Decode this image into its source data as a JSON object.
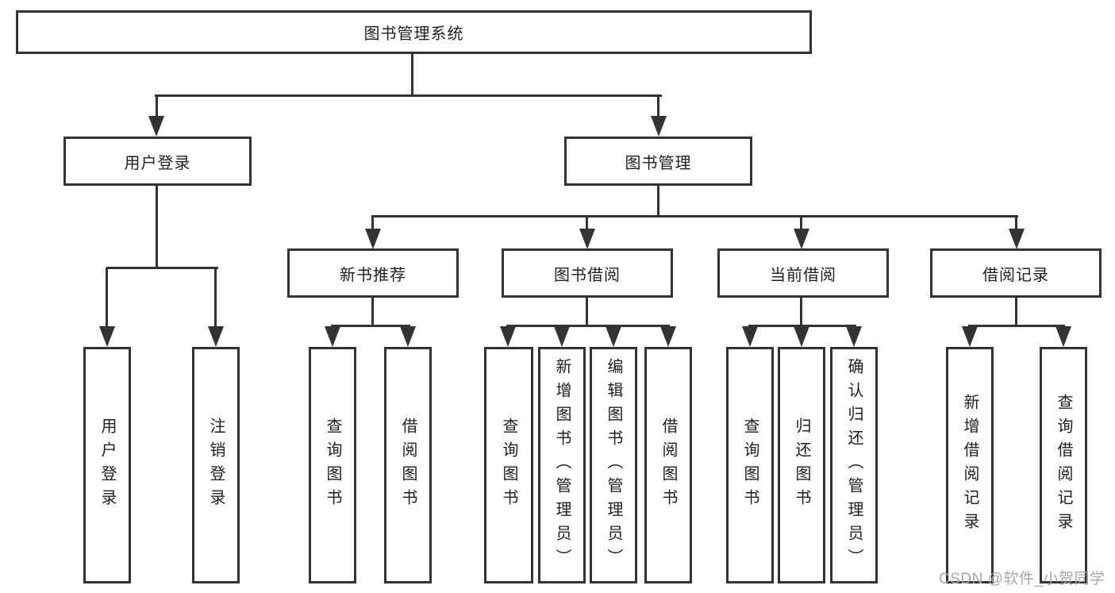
{
  "diagram": {
    "title": "图书管理系统",
    "root": "图书管理系统",
    "branches": [
      {
        "label": "用户登录",
        "children": [
          "用户登录",
          "注销登录"
        ]
      },
      {
        "label": "图书管理",
        "sections": [
          {
            "label": "新书推荐",
            "children": [
              "查询图书",
              "借阅图书"
            ]
          },
          {
            "label": "图书借阅",
            "children": [
              "查询图书",
              "新增图书（管理员）",
              "编辑图书（管理员）",
              "借阅图书"
            ]
          },
          {
            "label": "当前借阅",
            "children": [
              "查询图书",
              "归还图书",
              "确认归还（管理员）"
            ]
          },
          {
            "label": "借阅记录",
            "children": [
              "新增借阅记录",
              "查询借阅记录"
            ]
          }
        ]
      }
    ],
    "colors": {
      "line": "#333333",
      "box_border": "#333333",
      "box_background": "#ffffff",
      "text": "#1f1f1f",
      "watermark_text": "#a6a6a6"
    }
  },
  "watermark": "CSDN @软件_小贺同学"
}
